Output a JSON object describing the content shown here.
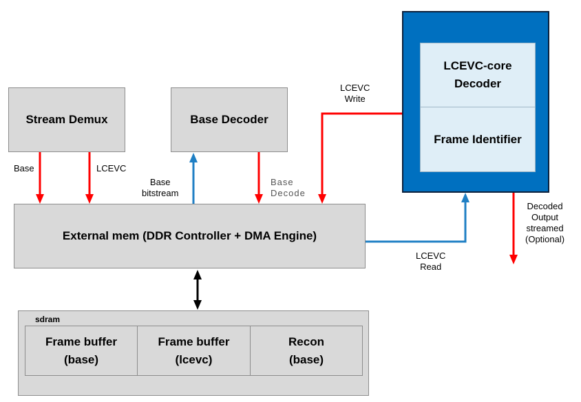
{
  "blocks": {
    "stream_demux": "Stream Demux",
    "base_decoder": "Base Decoder",
    "external_mem": "External mem (DDR Controller + DMA Engine)",
    "core_decoder": "LCEVC-core\nDecoder",
    "frame_identifier": "Frame Identifier",
    "sdram_label": "sdram",
    "frame_buffer_base": "Frame buffer\n(base)",
    "frame_buffer_lcevc": "Frame buffer\n(lcevc)",
    "recon_base": "Recon\n(base)"
  },
  "labels": {
    "base": "Base",
    "lcevc": "LCEVC",
    "base_bitstream": "Base\nbitstream",
    "base_decode": "Base\nDecode",
    "lcevc_write": "LCEVC\nWrite",
    "lcevc_read": "LCEVC\nRead",
    "decoded_output": "Decoded\nOutput\nstreamed\n(Optional)"
  },
  "colors": {
    "box_fill": "#d9d9d9",
    "core_outer": "#0070c0",
    "core_inner": "#dfeef7",
    "red_arrow": "#ff0000",
    "blue_arrow": "#1f7fc4",
    "black_arrow": "#000000"
  }
}
